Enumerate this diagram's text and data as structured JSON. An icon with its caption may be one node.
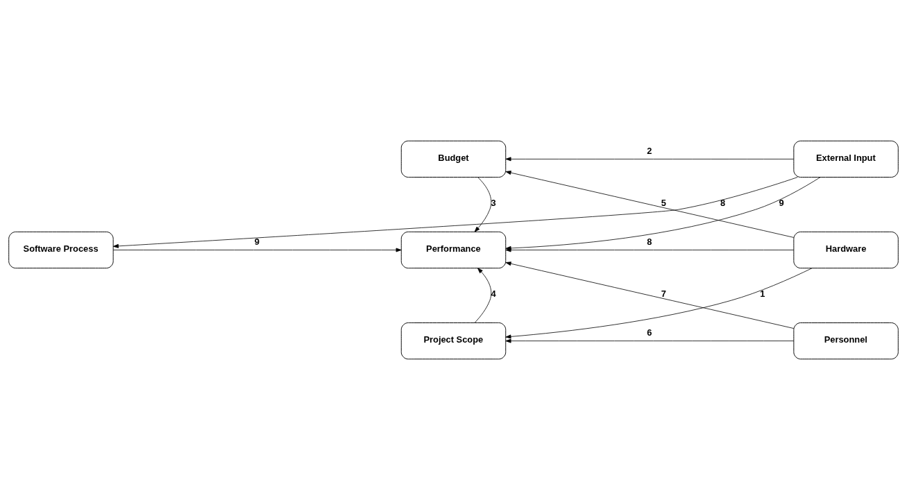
{
  "diagram": {
    "nodes": [
      {
        "text": [
          "Budget"
        ]
      },
      {
        "text": [
          "External Input"
        ]
      },
      {
        "text": [
          "Software Process"
        ]
      },
      {
        "text": [
          "Performance"
        ]
      },
      {
        "text": [
          "Hardware"
        ]
      },
      {
        "text": [
          "Project Scope"
        ]
      },
      {
        "text": [
          "Personnel"
        ]
      }
    ],
    "edges": [
      {
        "from": 1,
        "to": 0,
        "arrow": "to",
        "label": "2"
      },
      {
        "from": 0,
        "to": 3,
        "arrow": "to",
        "label": "3"
      },
      {
        "from": 4,
        "to": 0,
        "arrow": "to",
        "label": "5"
      },
      {
        "from": 1,
        "to": 2,
        "arrow": "to",
        "label": "8"
      },
      {
        "from": 1,
        "to": 3,
        "arrow": "to",
        "label": "9"
      },
      {
        "from": 2,
        "to": 3,
        "arrow": "to",
        "label": "9"
      },
      {
        "from": 4,
        "to": 3,
        "arrow": "to",
        "label": "8"
      },
      {
        "from": 4,
        "to": 5,
        "arrow": "to",
        "label": "1"
      },
      {
        "from": 5,
        "to": 3,
        "arrow": "to",
        "label": "4"
      },
      {
        "from": 6,
        "to": 3,
        "arrow": "to",
        "label": "7"
      },
      {
        "from": 6,
        "to": 5,
        "arrow": "to",
        "label": "6"
      }
    ]
  }
}
